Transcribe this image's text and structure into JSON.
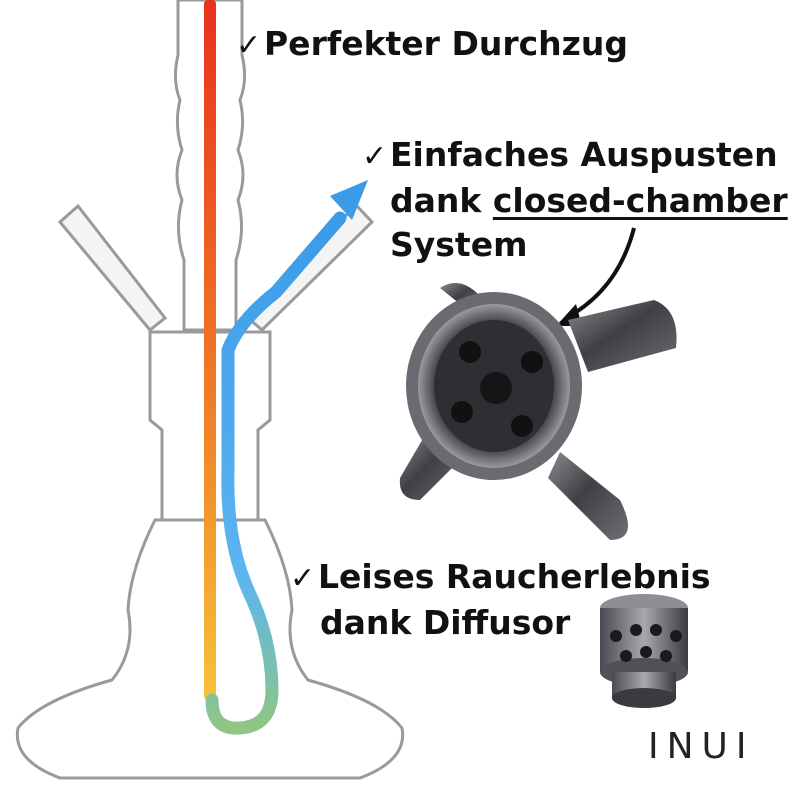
{
  "features": [
    {
      "check": "✓",
      "lines": [
        "Perfekter Durchzug"
      ]
    },
    {
      "check": "✓",
      "line1": "Einfaches Auspusten",
      "line2_prefix": "dank ",
      "line2_emphasis": "closed-chamber",
      "line3": "System"
    },
    {
      "check": "✓",
      "line1": "Leises Raucherlebnis",
      "line2": "dank Diffusor"
    }
  ],
  "brand": {
    "name": "INUI"
  },
  "colors": {
    "outline": "#9a9a9a",
    "smoke_top": "#e8321e",
    "smoke_mid": "#f28a26",
    "smoke_bottom": "#f6c23a",
    "air_top": "#4aa8f0",
    "air_bottom": "#7cc08a",
    "metal": "#5a5a5e"
  }
}
